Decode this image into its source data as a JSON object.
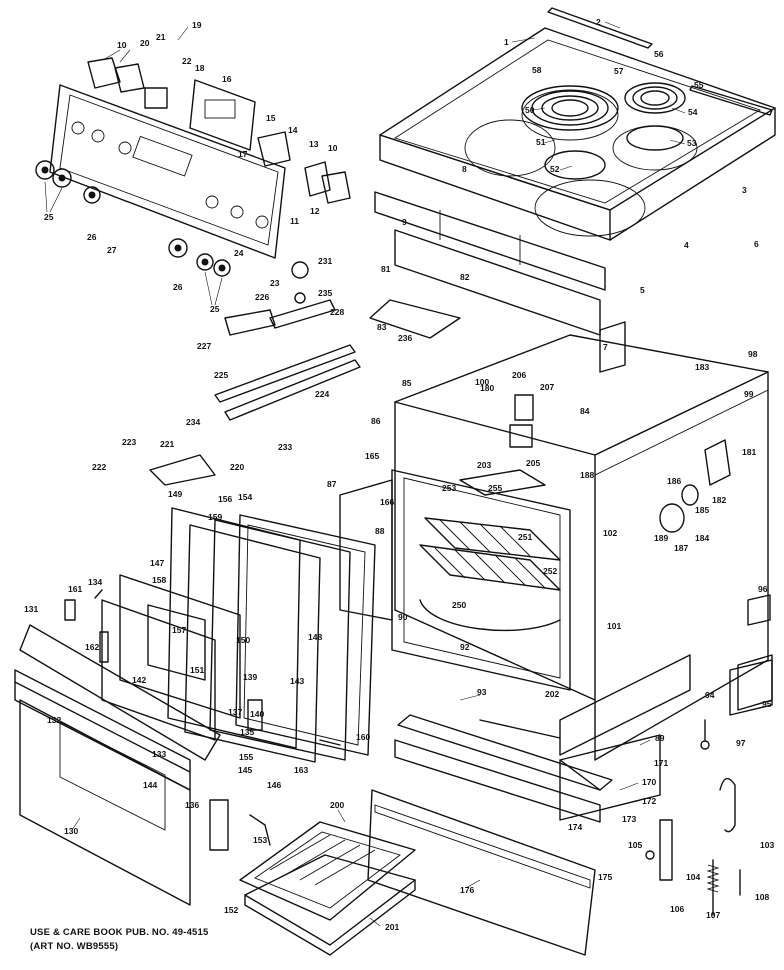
{
  "footer": {
    "line1": "USE & CARE BOOK PUB. NO. 49-4515",
    "line2": "(ART NO. WB9555)"
  },
  "callouts": [
    {
      "id": "c1",
      "text": "1"
    },
    {
      "id": "c2",
      "text": "2"
    },
    {
      "id": "c3",
      "text": "3"
    },
    {
      "id": "c4",
      "text": "4"
    },
    {
      "id": "c5",
      "text": "5"
    },
    {
      "id": "c6",
      "text": "6"
    },
    {
      "id": "c7",
      "text": "7"
    },
    {
      "id": "c8",
      "text": "8"
    },
    {
      "id": "c9",
      "text": "9"
    },
    {
      "id": "c10a",
      "text": "10"
    },
    {
      "id": "c10b",
      "text": "10"
    },
    {
      "id": "c11",
      "text": "11"
    },
    {
      "id": "c12",
      "text": "12"
    },
    {
      "id": "c13",
      "text": "13"
    },
    {
      "id": "c14",
      "text": "14"
    },
    {
      "id": "c15",
      "text": "15"
    },
    {
      "id": "c16",
      "text": "16"
    },
    {
      "id": "c17",
      "text": "17"
    },
    {
      "id": "c18",
      "text": "18"
    },
    {
      "id": "c19",
      "text": "19"
    },
    {
      "id": "c20",
      "text": "20"
    },
    {
      "id": "c21",
      "text": "21"
    },
    {
      "id": "c22",
      "text": "22"
    },
    {
      "id": "c23",
      "text": "23"
    },
    {
      "id": "c24",
      "text": "24"
    },
    {
      "id": "c25a",
      "text": "25"
    },
    {
      "id": "c25b",
      "text": "25"
    },
    {
      "id": "c26a",
      "text": "26"
    },
    {
      "id": "c26b",
      "text": "26"
    },
    {
      "id": "c27",
      "text": "27"
    },
    {
      "id": "c50",
      "text": "50"
    },
    {
      "id": "c51",
      "text": "51"
    },
    {
      "id": "c52",
      "text": "52"
    },
    {
      "id": "c53",
      "text": "53"
    },
    {
      "id": "c54",
      "text": "54"
    },
    {
      "id": "c55",
      "text": "55"
    },
    {
      "id": "c56",
      "text": "56"
    },
    {
      "id": "c57",
      "text": "57"
    },
    {
      "id": "c58",
      "text": "58"
    },
    {
      "id": "c81",
      "text": "81"
    },
    {
      "id": "c82",
      "text": "82"
    },
    {
      "id": "c83",
      "text": "83"
    },
    {
      "id": "c84",
      "text": "84"
    },
    {
      "id": "c85",
      "text": "85"
    },
    {
      "id": "c86",
      "text": "86"
    },
    {
      "id": "c87",
      "text": "87"
    },
    {
      "id": "c88",
      "text": "88"
    },
    {
      "id": "c89",
      "text": "89"
    },
    {
      "id": "c90",
      "text": "90"
    },
    {
      "id": "c92",
      "text": "92"
    },
    {
      "id": "c93",
      "text": "93"
    },
    {
      "id": "c94",
      "text": "94"
    },
    {
      "id": "c95",
      "text": "95"
    },
    {
      "id": "c96",
      "text": "96"
    },
    {
      "id": "c97",
      "text": "97"
    },
    {
      "id": "c98",
      "text": "98"
    },
    {
      "id": "c99",
      "text": "99"
    },
    {
      "id": "c100",
      "text": "100"
    },
    {
      "id": "c101",
      "text": "101"
    },
    {
      "id": "c102",
      "text": "102"
    },
    {
      "id": "c103",
      "text": "103"
    },
    {
      "id": "c104",
      "text": "104"
    },
    {
      "id": "c105",
      "text": "105"
    },
    {
      "id": "c106",
      "text": "106"
    },
    {
      "id": "c107",
      "text": "107"
    },
    {
      "id": "c108",
      "text": "108"
    },
    {
      "id": "c130",
      "text": "130"
    },
    {
      "id": "c131",
      "text": "131"
    },
    {
      "id": "c132",
      "text": "132"
    },
    {
      "id": "c133",
      "text": "133"
    },
    {
      "id": "c134",
      "text": "134"
    },
    {
      "id": "c135",
      "text": "135"
    },
    {
      "id": "c136",
      "text": "136"
    },
    {
      "id": "c137",
      "text": "137"
    },
    {
      "id": "c139",
      "text": "139"
    },
    {
      "id": "c140",
      "text": "140"
    },
    {
      "id": "c142",
      "text": "142"
    },
    {
      "id": "c143",
      "text": "143"
    },
    {
      "id": "c144",
      "text": "144"
    },
    {
      "id": "c145",
      "text": "145"
    },
    {
      "id": "c146",
      "text": "146"
    },
    {
      "id": "c147",
      "text": "147"
    },
    {
      "id": "c148",
      "text": "148"
    },
    {
      "id": "c149",
      "text": "149"
    },
    {
      "id": "c150",
      "text": "150"
    },
    {
      "id": "c151",
      "text": "151"
    },
    {
      "id": "c152",
      "text": "152"
    },
    {
      "id": "c153",
      "text": "153"
    },
    {
      "id": "c154",
      "text": "154"
    },
    {
      "id": "c155",
      "text": "155"
    },
    {
      "id": "c156",
      "text": "156"
    },
    {
      "id": "c157",
      "text": "157"
    },
    {
      "id": "c158",
      "text": "158"
    },
    {
      "id": "c159",
      "text": "159"
    },
    {
      "id": "c160",
      "text": "160"
    },
    {
      "id": "c161",
      "text": "161"
    },
    {
      "id": "c162",
      "text": "162"
    },
    {
      "id": "c163",
      "text": "163"
    },
    {
      "id": "c165",
      "text": "165"
    },
    {
      "id": "c166",
      "text": "166"
    },
    {
      "id": "c170",
      "text": "170"
    },
    {
      "id": "c171",
      "text": "171"
    },
    {
      "id": "c172",
      "text": "172"
    },
    {
      "id": "c173",
      "text": "173"
    },
    {
      "id": "c174",
      "text": "174"
    },
    {
      "id": "c175",
      "text": "175"
    },
    {
      "id": "c176",
      "text": "176"
    },
    {
      "id": "c180",
      "text": "180"
    },
    {
      "id": "c181",
      "text": "181"
    },
    {
      "id": "c182",
      "text": "182"
    },
    {
      "id": "c183",
      "text": "183"
    },
    {
      "id": "c184",
      "text": "184"
    },
    {
      "id": "c185",
      "text": "185"
    },
    {
      "id": "c186",
      "text": "186"
    },
    {
      "id": "c187",
      "text": "187"
    },
    {
      "id": "c188",
      "text": "188"
    },
    {
      "id": "c189",
      "text": "189"
    },
    {
      "id": "c200",
      "text": "200"
    },
    {
      "id": "c201",
      "text": "201"
    },
    {
      "id": "c202",
      "text": "202"
    },
    {
      "id": "c203",
      "text": "203"
    },
    {
      "id": "c205",
      "text": "205"
    },
    {
      "id": "c206",
      "text": "206"
    },
    {
      "id": "c207",
      "text": "207"
    },
    {
      "id": "c220",
      "text": "220"
    },
    {
      "id": "c221",
      "text": "221"
    },
    {
      "id": "c222",
      "text": "222"
    },
    {
      "id": "c223",
      "text": "223"
    },
    {
      "id": "c224",
      "text": "224"
    },
    {
      "id": "c225",
      "text": "225"
    },
    {
      "id": "c226",
      "text": "226"
    },
    {
      "id": "c227",
      "text": "227"
    },
    {
      "id": "c228",
      "text": "228"
    },
    {
      "id": "c231",
      "text": "231"
    },
    {
      "id": "c233",
      "text": "233"
    },
    {
      "id": "c234",
      "text": "234"
    },
    {
      "id": "c235",
      "text": "235"
    },
    {
      "id": "c236",
      "text": "236"
    },
    {
      "id": "c250",
      "text": "250"
    },
    {
      "id": "c251",
      "text": "251"
    },
    {
      "id": "c252",
      "text": "252"
    },
    {
      "id": "c253",
      "text": "253"
    },
    {
      "id": "c255",
      "text": "255"
    }
  ]
}
